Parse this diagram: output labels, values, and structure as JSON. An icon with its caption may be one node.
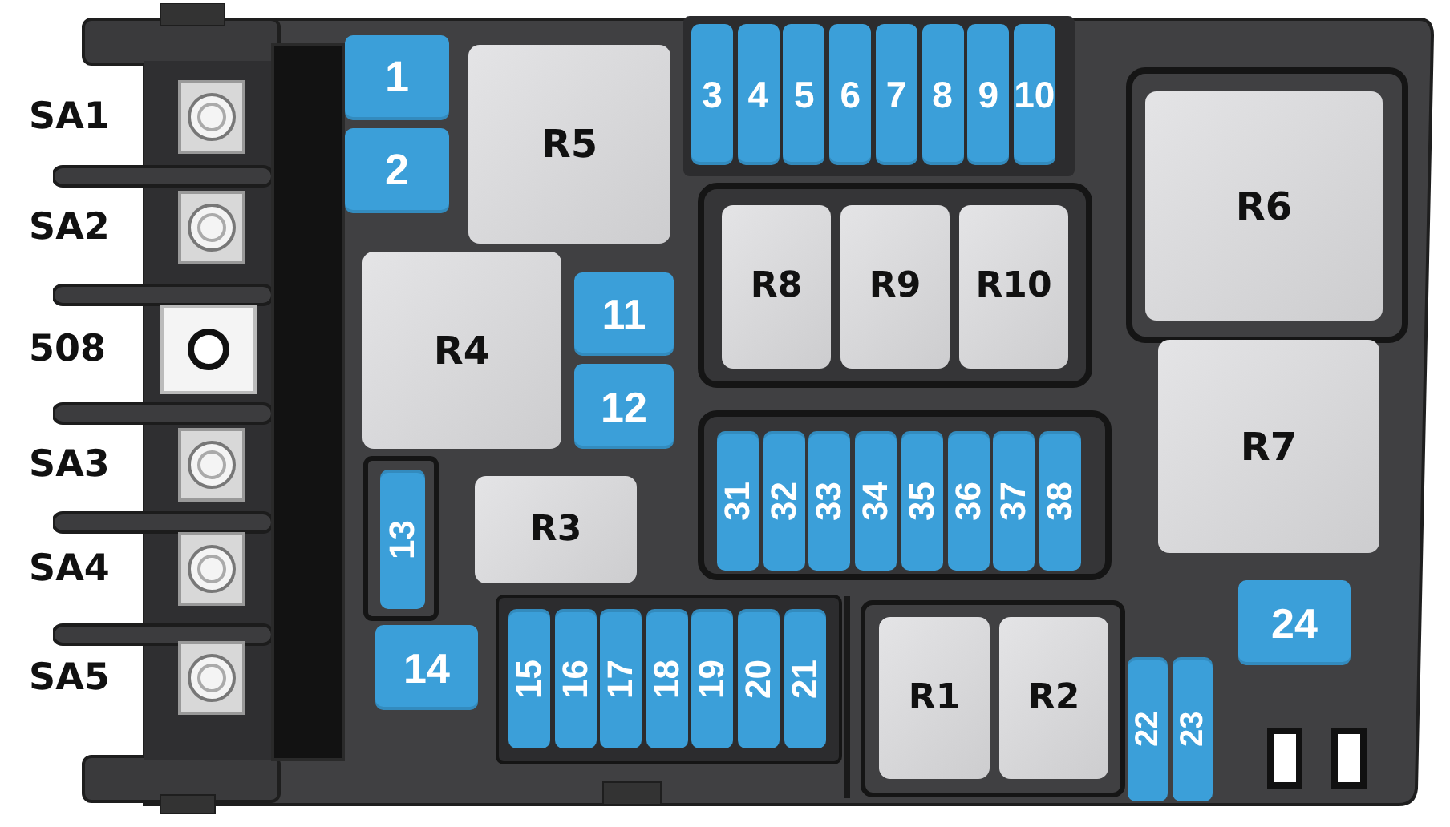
{
  "diagram": {
    "nodes": [
      {
        "text": [
          "1"
        ]
      },
      {
        "text": [
          "2"
        ]
      },
      {
        "text": [
          "R5"
        ]
      },
      {
        "text": [
          "3"
        ]
      },
      {
        "text": [
          "4"
        ]
      },
      {
        "text": [
          "5"
        ]
      },
      {
        "text": [
          "6"
        ]
      },
      {
        "text": [
          "7"
        ]
      },
      {
        "text": [
          "8"
        ]
      },
      {
        "text": [
          "9"
        ]
      },
      {
        "text": [
          "10"
        ]
      },
      {
        "text": [
          "R6"
        ]
      },
      {
        "text": [
          "R4"
        ]
      },
      {
        "text": [
          "11"
        ]
      },
      {
        "text": [
          "12"
        ]
      },
      {
        "text": [
          "R8"
        ]
      },
      {
        "text": [
          "R9"
        ]
      },
      {
        "text": [
          "R10"
        ]
      },
      {
        "text": [
          "R7"
        ]
      },
      {
        "text": [
          "31"
        ]
      },
      {
        "text": [
          "32"
        ]
      },
      {
        "text": [
          "33"
        ]
      },
      {
        "text": [
          "34"
        ]
      },
      {
        "text": [
          "35"
        ]
      },
      {
        "text": [
          "36"
        ]
      },
      {
        "text": [
          "37"
        ]
      },
      {
        "text": [
          "38"
        ]
      },
      {
        "text": [
          "13"
        ]
      },
      {
        "text": [
          "R3"
        ]
      },
      {
        "text": [
          "14"
        ]
      },
      {
        "text": [
          "15"
        ]
      },
      {
        "text": [
          "16"
        ]
      },
      {
        "text": [
          "17"
        ]
      },
      {
        "text": [
          "18"
        ]
      },
      {
        "text": [
          "19"
        ]
      },
      {
        "text": [
          "20"
        ]
      },
      {
        "text": [
          "21"
        ]
      },
      {
        "text": [
          "R1"
        ]
      },
      {
        "text": [
          "R2"
        ]
      },
      {
        "text": [
          "22"
        ]
      },
      {
        "text": [
          "23"
        ]
      },
      {
        "text": [
          "24"
        ]
      }
    ],
    "labels": [
      "SA1",
      "SA2",
      "508",
      "SA3",
      "SA4",
      "SA5"
    ]
  }
}
